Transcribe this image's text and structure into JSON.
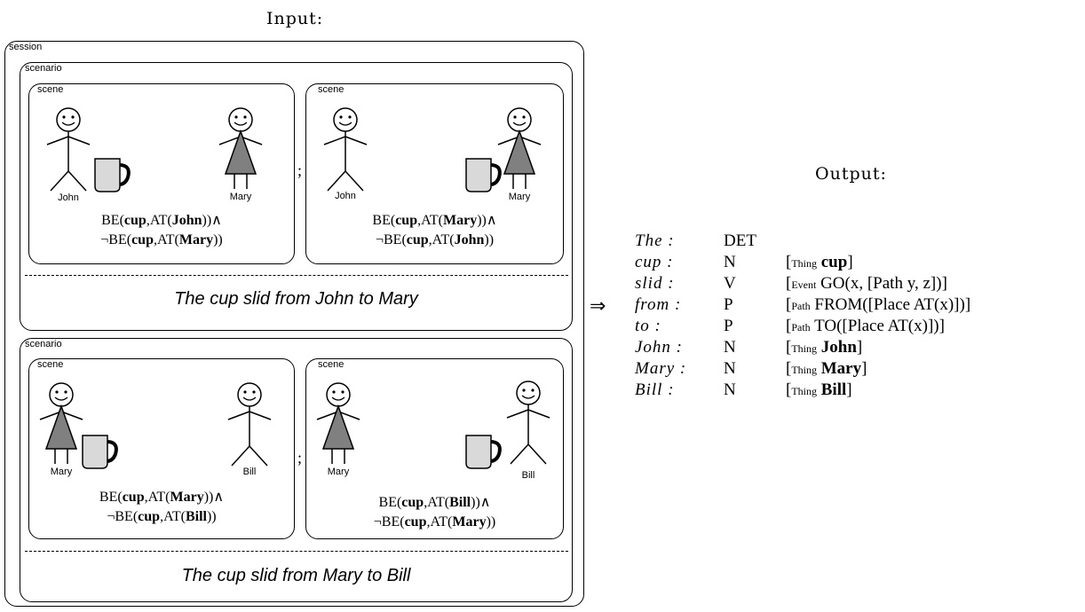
{
  "input_heading": "Input:",
  "output_heading": "Output:",
  "arrow": "⇒",
  "session_label": "session",
  "scenario_label": "scenario",
  "scene_label": "scene",
  "separator": ";",
  "scenarios": [
    {
      "sentence": "The cup slid from John to Mary",
      "scenes": [
        {
          "names": [
            "John",
            "Mary"
          ],
          "logic_line1": [
            "BE(",
            "cup",
            ",AT(",
            "John",
            "))∧"
          ],
          "logic_line2": [
            "¬BE(",
            "cup",
            ",AT(",
            "Mary",
            "))"
          ]
        },
        {
          "names": [
            "John",
            "Mary"
          ],
          "logic_line1": [
            "BE(",
            "cup",
            ",AT(",
            "Mary",
            "))∧"
          ],
          "logic_line2": [
            "¬BE(",
            "cup",
            ",AT(",
            "John",
            "))"
          ]
        }
      ]
    },
    {
      "sentence": "The cup slid from Mary to Bill",
      "scenes": [
        {
          "names": [
            "Mary",
            "Bill"
          ],
          "logic_line1": [
            "BE(",
            "cup",
            ",AT(",
            "Mary",
            "))∧"
          ],
          "logic_line2": [
            "¬BE(",
            "cup",
            ",AT(",
            "Bill",
            "))"
          ]
        },
        {
          "names": [
            "Mary",
            "Bill"
          ],
          "logic_line1": [
            "BE(",
            "cup",
            ",AT(",
            "Bill",
            "))∧"
          ],
          "logic_line2": [
            "¬BE(",
            "cup",
            ",AT(",
            "Mary",
            "))"
          ]
        }
      ]
    }
  ],
  "lexicon": [
    {
      "word": "The :",
      "cat": "DET"
    },
    {
      "word": "cup :",
      "cat": "N",
      "sem": {
        "sub": "Thing",
        "head": "cup"
      }
    },
    {
      "word": "slid :",
      "cat": "V",
      "sem": {
        "sub": "Event",
        "head": "GO(x, [Path y, z])"
      }
    },
    {
      "word": "from :",
      "cat": "P",
      "sem": {
        "sub": "Path",
        "head": "FROM([Place AT(x)])"
      }
    },
    {
      "word": "to :",
      "cat": "P",
      "sem": {
        "sub": "Path",
        "head": "TO([Place AT(x)])"
      }
    },
    {
      "word": "John :",
      "cat": "N",
      "sem": {
        "sub": "Thing",
        "head": "John"
      }
    },
    {
      "word": "Mary :",
      "cat": "N",
      "sem": {
        "sub": "Thing",
        "head": "Mary"
      }
    },
    {
      "word": "Bill :",
      "cat": "N",
      "sem": {
        "sub": "Thing",
        "head": "Bill"
      }
    }
  ],
  "colors": {
    "dress": "#808080",
    "cup": "#d9d9d9",
    "handle": "#000000"
  }
}
